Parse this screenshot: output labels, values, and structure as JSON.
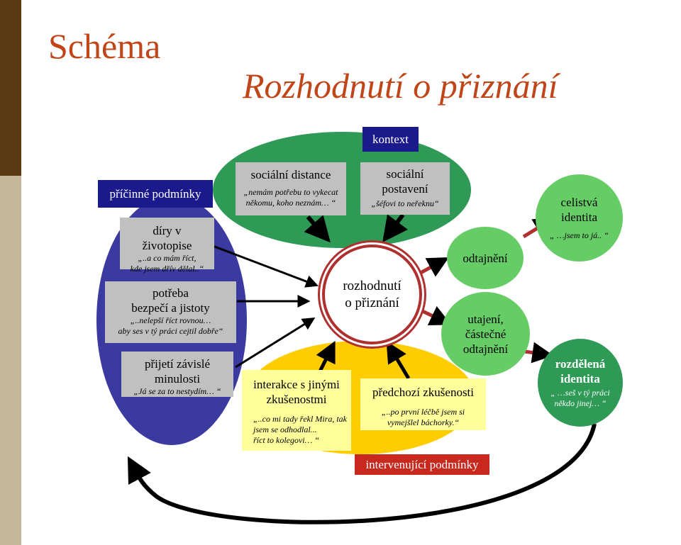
{
  "title": "Schéma",
  "subtitle": "Rozhodnutí o přiznání",
  "context_label": "kontext",
  "causal_label": "příčinné podmínky",
  "intervening_label": "intervenující podmínky",
  "center": {
    "line1": "rozhodnutí",
    "line2": "o přiznání"
  },
  "causes": [
    {
      "title_line1": "díry v",
      "title_line2": "životopise",
      "quote_line1": "„..a co mám říct,",
      "quote_line2": "kde jsem dřív dělal..“"
    },
    {
      "title_line1": "potřeba",
      "title_line2": "bezpečí a jistoty",
      "quote_line1": "„..nelepší říct rovnou…",
      "quote_line2": "aby ses v tý práci cejtil dobře“"
    },
    {
      "title_line1": "přijetí závislé",
      "title_line2": "minulosti",
      "quote_line1": "„Já se za to nestydím… “",
      "quote_line2": ""
    }
  ],
  "context_items": [
    {
      "title_line1": "sociální distance",
      "title_line2": "",
      "quote_line1": "„nemám potřebu to vykecat",
      "quote_line2": "někomu, koho neznám… “"
    },
    {
      "title_line1": "sociální",
      "title_line2": "postavení",
      "quote_line1": "„šéfovi to neřeknu“",
      "quote_line2": ""
    }
  ],
  "intervening_items": [
    {
      "title_line1": "interakce s jinými",
      "title_line2": "zkušenostmi",
      "quote_line1": "„..co mi tady řekl Mira, tak",
      "quote_line2": "jsem se odhodlal...",
      "quote_line3": "říct to kolegovi… “"
    },
    {
      "title_line1": "předchozí zkušenosti",
      "title_line2": "",
      "quote_line1": "„..po první léčbě jsem si",
      "quote_line2": "vymejšlel báchorky.“"
    }
  ],
  "outcomes": [
    {
      "line1": "odtajnění",
      "line2": "",
      "line3": ""
    },
    {
      "line1": "utajení,",
      "line2": "částečné",
      "line3": "odtajnění"
    }
  ],
  "identities": [
    {
      "title_line1": "celistvá",
      "title_line2": "identita",
      "quote_line1": "„ …jsem to já.. “",
      "quote_line2": ""
    },
    {
      "title_line1": "rozdělená",
      "title_line2": "identita",
      "quote_line1": "„ …seš v tý práci",
      "quote_line2": "někdo jinej… “"
    }
  ],
  "colors": {
    "title": "#c0461a",
    "dark_blue": "#1a1a8c",
    "blue_ellipse": "#3a3aa0",
    "green": "#2e9a56",
    "light_green": "#66cc66",
    "yellow": "#ffcc00",
    "light_yellow": "#ffff9c",
    "gray": "#c0c0c0",
    "center_border": "#b03030",
    "sidebar_top": "#5a3a12",
    "sidebar_bottom": "#c5b79a"
  }
}
